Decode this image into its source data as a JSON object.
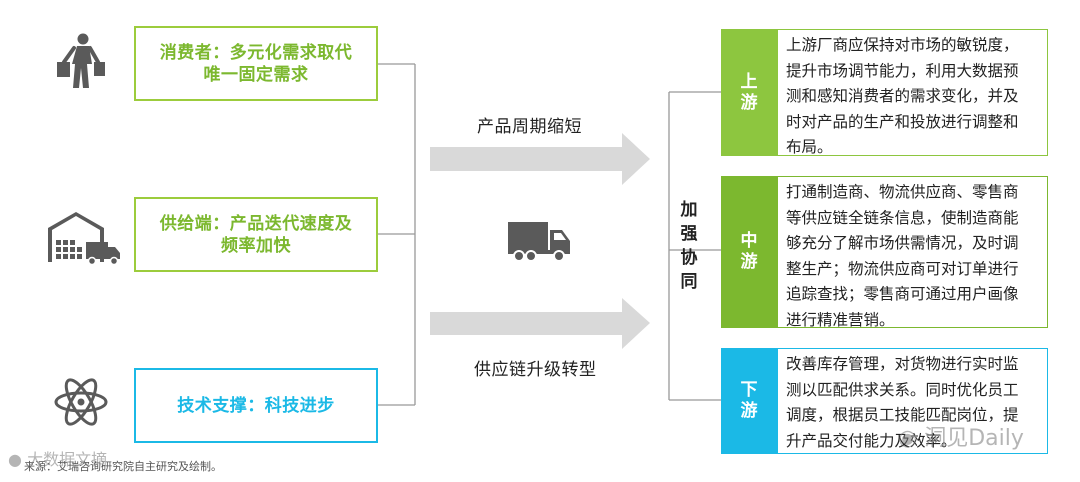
{
  "left": {
    "consumer": {
      "line1": "消费者：多元化需求取代",
      "line2": "唯一固定需求"
    },
    "supply": {
      "line1": "供给端：产品迭代速度及",
      "line2": "频率加快"
    },
    "tech": {
      "line1": "技术支撑：科技进步"
    }
  },
  "middle": {
    "top_label": "产品周期缩短",
    "bottom_label": "供应链升级转型"
  },
  "coordination_label": [
    "加",
    "强",
    "协",
    "同"
  ],
  "right": {
    "upstream": {
      "label": [
        "上",
        "游"
      ],
      "lines": [
        "上游厂商应保持对市场的敏锐度，",
        "提升市场调节能力，利用大数据预",
        "测和感知消费者的需求变化，并及",
        "时对产品的生产和投放进行调整和",
        "布局。"
      ]
    },
    "midstream": {
      "label": [
        "中",
        "游"
      ],
      "lines": [
        "打通制造商、物流供应商、零售商",
        "等供应链全链条信息，使制造商能",
        "够充分了解市场供需情况，及时调",
        "整生产；物流供应商可对订单进行",
        "追踪查找；零售商可通过用户画像",
        "进行精准营销。"
      ]
    },
    "downstream": {
      "label": [
        "下",
        "游"
      ],
      "lines": [
        "改善库存管理，对货物进行实时监",
        "测以匹配供求关系。同时优化员工",
        "调度，根据员工技能匹配岗位，提",
        "升产品交付能力及效率。"
      ]
    }
  },
  "source_note": "来源：艾瑞咨询研究院自主研究及绘制。",
  "watermarks": {
    "left": "大数据文摘",
    "right": "洞见Daily"
  },
  "colors": {
    "green": "#7cb82f",
    "blue": "#1bb9e6",
    "arrow": "#d9d9d9",
    "icon": "#5a5a5a"
  },
  "icons": [
    "shopper-icon",
    "warehouse-icon",
    "atom-icon",
    "truck-icon"
  ]
}
